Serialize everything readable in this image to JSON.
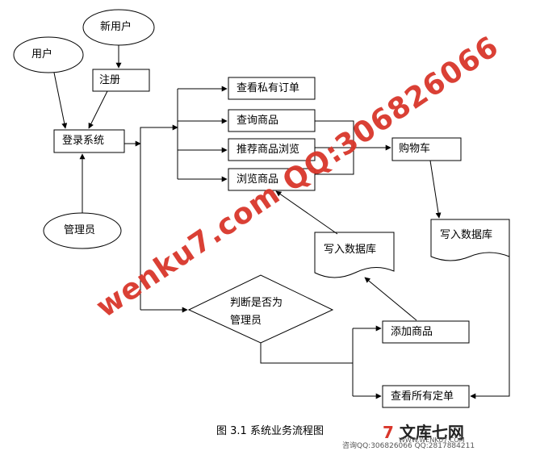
{
  "nodes": {
    "new_user": "新用户",
    "user": "用户",
    "register": "注册",
    "login": "登录系统",
    "admin": "管理员",
    "view_private_orders": "查看私有订单",
    "query_goods": "查询商品",
    "recommend_goods": "推荐商品浏览",
    "browse_goods": "浏览商品",
    "cart": "购物车",
    "write_db_right": "写入数据库",
    "write_db_mid": "写入数据库",
    "decision_line1": "判断是否为",
    "decision_line2": "管理员",
    "add_goods": "添加商品",
    "view_all_orders": "查看所有定单"
  },
  "caption": "图 3.1  系统业务流程图",
  "watermark": {
    "text": "wenku7.com  QQ:306826066",
    "brand": "文库七网",
    "brand_url": "WWW.WENKU7.COM",
    "contact": "咨询QQ:306826066 QQ:2817884211",
    "color": "#d9362b"
  }
}
